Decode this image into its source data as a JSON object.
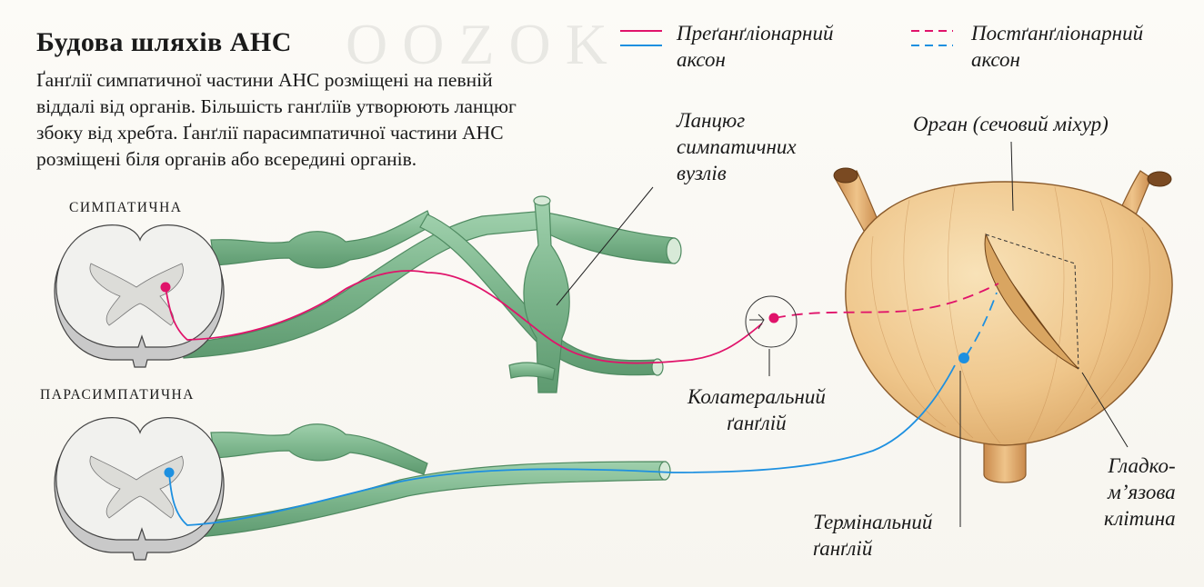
{
  "title": "Будова шляхів АНС",
  "intro": [
    "Ґанґлії симпатичної частини АНС розміщені на певній",
    "віддалі від органів. Більшість ганґліїв утворюють ланцюг",
    "збоку від хребта. Ґанґлії парасимпатичної частини АНС",
    "розміщені біля органів або всередині органів."
  ],
  "legend": {
    "preganglionic": [
      "Преґанґліонарний",
      "аксон"
    ],
    "postganglionic": [
      "Постґанґліонарний",
      "аксон"
    ]
  },
  "labels": {
    "sympathetic": "СИМПАТИЧНА",
    "parasympathetic": "ПАРАСИМПАТИЧНА",
    "chain": [
      "Ланцюг",
      "симпатичних",
      "вузлів"
    ],
    "organ": "Орган (сечовий міхур)",
    "collateral": [
      "Колатеральний",
      "ґанґлій"
    ],
    "terminal": [
      "Термінальний",
      "ґанґлій"
    ],
    "smooth": [
      "Гладко-",
      "м’язова",
      "клітина"
    ]
  },
  "colors": {
    "sympathetic_axon": "#e0136a",
    "parasympathetic_axon": "#1e90e0",
    "nerve": "#7fb88f",
    "organ": "#f0c98e"
  },
  "icons": [
    "spinal-cord-cross-section-icon",
    "sympathetic-chain-ganglion-icon",
    "urinary-bladder-icon"
  ]
}
